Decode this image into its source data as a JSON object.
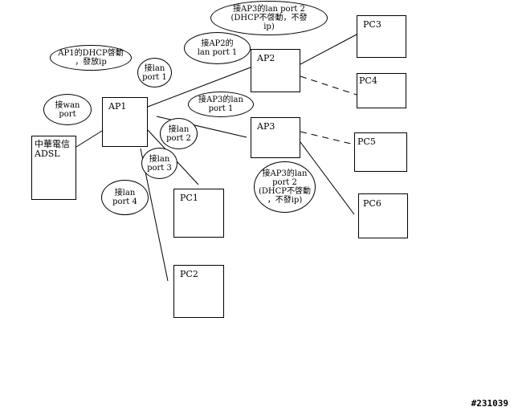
{
  "diagram": {
    "nodes": [
      {
        "id": "adsl",
        "label": "中華電信\nADSL"
      },
      {
        "id": "ap1",
        "label": "AP1"
      },
      {
        "id": "ap2",
        "label": "AP2"
      },
      {
        "id": "ap3",
        "label": "AP3"
      },
      {
        "id": "pc1",
        "label": "PC1"
      },
      {
        "id": "pc2",
        "label": "PC2"
      },
      {
        "id": "pc3",
        "label": "PC3"
      },
      {
        "id": "pc4",
        "label": "PC4"
      },
      {
        "id": "pc5",
        "label": "PC5"
      },
      {
        "id": "pc6",
        "label": "PC6"
      }
    ],
    "callouts": [
      {
        "id": "ap3-lan2-top",
        "text": "接AP3的lan port 2\n(DHCP不啓動，不發\nip)"
      },
      {
        "id": "ap2-lan1",
        "text": "接AP2的\nlan port 1"
      },
      {
        "id": "ap1-dhcp",
        "text": "AP1的DHCP啓動\n，發放ip"
      },
      {
        "id": "lan1",
        "text": "接lan\nport 1"
      },
      {
        "id": "wan",
        "text": "接wan\nport"
      },
      {
        "id": "ap3-lan1",
        "text": "接AP3的lan\nport 1"
      },
      {
        "id": "lan2",
        "text": "接lan\nport 2"
      },
      {
        "id": "lan3",
        "text": "接lan\nport 3"
      },
      {
        "id": "lan4",
        "text": "接lan\nport 4"
      },
      {
        "id": "ap3-lan2-right",
        "text": "接AP3的lan\nport 2\n(DHCP不啓動\n，不發ip)"
      }
    ],
    "links": [
      {
        "from": "adsl",
        "to": "ap1",
        "style": "solid"
      },
      {
        "from": "ap1",
        "to": "ap2",
        "style": "solid"
      },
      {
        "from": "ap1",
        "to": "ap3",
        "style": "solid"
      },
      {
        "from": "ap1",
        "to": "pc1",
        "style": "solid"
      },
      {
        "from": "ap1",
        "to": "pc2",
        "style": "solid"
      },
      {
        "from": "ap2",
        "to": "pc3",
        "style": "solid"
      },
      {
        "from": "ap2",
        "to": "pc4",
        "style": "dashed"
      },
      {
        "from": "ap3",
        "to": "pc5",
        "style": "dashed"
      },
      {
        "from": "ap3",
        "to": "pc6",
        "style": "solid"
      }
    ],
    "watermark": "#231039"
  }
}
